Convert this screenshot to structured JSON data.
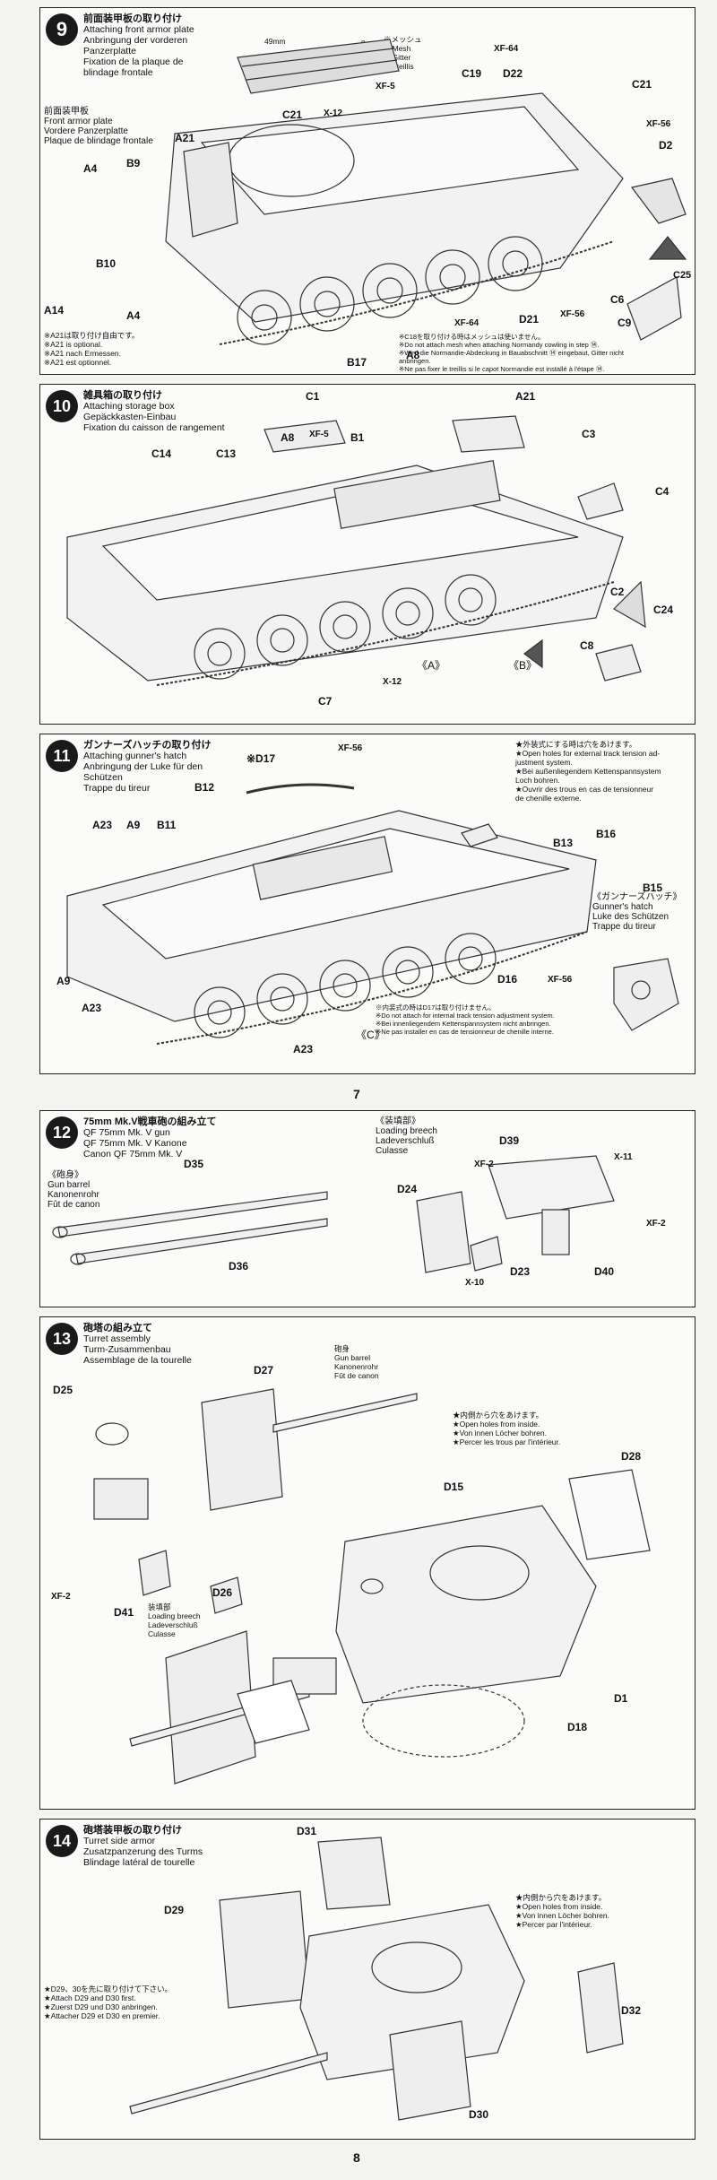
{
  "page_numbers": {
    "p1": "7",
    "p2": "8"
  },
  "step9": {
    "number": "9",
    "jp": "前面装甲板の取り付け",
    "en": "Attaching front armor plate",
    "de": "Anbringung der vorderen",
    "de2": "Panzerplatte",
    "fr": "Fixation de la plaque de",
    "fr2": "blindage frontale",
    "sub_jp": "前面装甲板",
    "sub_en": "Front armor plate",
    "sub_de": "Vordere Panzerplatte",
    "sub_fr": "Plaque de blindage frontale",
    "dim_49": "49mm",
    "dim_8": "8mm",
    "mesh_jp": "※メッシュ",
    "mesh_en": "※ Mesh",
    "mesh_de": "※ Gitter",
    "mesh_fr": "※ Treillis",
    "labels": [
      "A4",
      "B9",
      "B10",
      "A14",
      "A4",
      "A21",
      "C21",
      "X-12",
      "XF-5",
      "C19",
      "D22",
      "XF-64",
      "C21",
      "XF-56",
      "D2",
      "C25",
      "C6",
      "C9",
      "D21",
      "XF-56",
      "XF-64",
      "A8",
      "B17"
    ],
    "optional_jp": "※A21は取り付け自由です。",
    "optional_en": "※A21 is optional.",
    "optional_de": "※A21 nach Ermessen.",
    "optional_fr": "※A21 est optionnel.",
    "c18_jp": "※C18を取り付ける時はメッシュは使いません。",
    "c18_en": "※Do not attach mesh when attaching Normandy cowling in step ⑭.",
    "c18_de": "※Wird die Normandie-Abdeckung in Bauabschnitt ⑭ eingebaut, Gitter nicht anbringen.",
    "c18_fr": "※Ne pas fixer le treillis si le capot Normandie est installé à l'étape ⑭."
  },
  "step10": {
    "number": "10",
    "jp": "雑具箱の取り付け",
    "en": "Attaching storage box",
    "de": "Gepäckkasten-Einbau",
    "fr": "Fixation du caisson de rangement",
    "labels": [
      "C1",
      "A21",
      "A8",
      "XF-5",
      "B1",
      "C3",
      "C14",
      "C13",
      "C4",
      "C2",
      "C24",
      "C8",
      "X-12",
      "C7",
      "《A》",
      "《B》"
    ]
  },
  "step11": {
    "number": "11",
    "jp": "ガンナーズハッチの取り付け",
    "en": "Attaching gunner's hatch",
    "de": "Anbringung der Luke für den",
    "de2": "Schützen",
    "fr": "Trappe du tireur",
    "labels": [
      "※D17",
      "XF-56",
      "B12",
      "A23",
      "A9",
      "B11",
      "B13",
      "B16",
      "B15",
      "A9",
      "A23",
      "D16",
      "XF-56",
      "A23",
      "《C》"
    ],
    "ext_jp": "★外装式にする時は穴をあけます。",
    "ext_en": "★Open holes for external track tension ad-",
    "ext_en2": "justment system.",
    "ext_de": "★Bei außenliegendem Kettenspannsystem",
    "ext_de2": "Loch bohren.",
    "ext_fr": "★Ouvrir des trous en cas de tensionneur",
    "ext_fr2": "de chenille externe.",
    "hatch_jp": "《ガンナーズハッチ》",
    "hatch_en": "Gunner's hatch",
    "hatch_de": "Luke des Schützen",
    "hatch_fr": "Trappe du tireur",
    "int_jp": "※内装式の時はD17は取り付けません。",
    "int_en": "※Do not attach for internal track tension adjustment system.",
    "int_de": "※Bei innenliegendem Kettenspannsystem nicht anbringen.",
    "int_fr": "※Ne pas installer en cas de tensionneur de chenille interne."
  },
  "step12": {
    "number": "12",
    "jp": "75mm Mk.V戦車砲の組み立て",
    "en": "QF 75mm Mk. V gun",
    "de": "QF 75mm Mk. V Kanone",
    "fr": "Canon QF 75mm Mk. V",
    "barrel_jp": "《砲身》",
    "barrel_en": "Gun barrel",
    "barrel_de": "Kanonenrohr",
    "barrel_fr": "Fût de canon",
    "breech_jp": "《装填部》",
    "breech_en": "Loading breech",
    "breech_de": "Ladeverschluß",
    "breech_fr": "Culasse",
    "labels": [
      "D35",
      "D36",
      "D39",
      "XF-2",
      "X-11",
      "D24",
      "XF-2",
      "D23",
      "D40",
      "X-10"
    ]
  },
  "step13": {
    "number": "13",
    "jp": "砲塔の組み立て",
    "en": "Turret assembly",
    "de": "Turm-Zusammenbau",
    "fr": "Assemblage de la tourelle",
    "barrel_jp": "砲身",
    "barrel_en": "Gun barrel",
    "barrel_de": "Kanonenrohr",
    "barrel_fr": "Fût de canon",
    "breech_jp": "装填部",
    "breech_en": "Loading breech",
    "breech_de": "Ladeverschluß",
    "breech_fr": "Culasse",
    "holes_jp": "★内側から穴をあけます。",
    "holes_en": "★Open holes from inside.",
    "holes_de": "★Von innen Löcher bohren.",
    "holes_fr": "★Percer les trous par l'intérieur.",
    "labels": [
      "D25",
      "D27",
      "D15",
      "D28",
      "XF-2",
      "D41",
      "D26",
      "D1",
      "D18"
    ]
  },
  "step14": {
    "number": "14",
    "jp": "砲塔装甲板の取り付け",
    "en": "Turret side armor",
    "de": "Zusatzpanzerung des Turms",
    "fr": "Blindage latéral de tourelle",
    "holes_jp": "★内側から穴をあけます。",
    "holes_en": "★Open holes from inside.",
    "holes_de": "★Von innen Löcher bohren.",
    "holes_fr": "★Percer par l'intérieur.",
    "first_jp": "★D29、30を先に取り付けて下さい。",
    "first_en": "★Attach D29 and D30 first.",
    "first_de": "★Zuerst D29 und D30 anbringen.",
    "first_fr": "★Attacher D29 et D30 en premier.",
    "labels": [
      "D31",
      "D29",
      "D32",
      "D30"
    ]
  }
}
